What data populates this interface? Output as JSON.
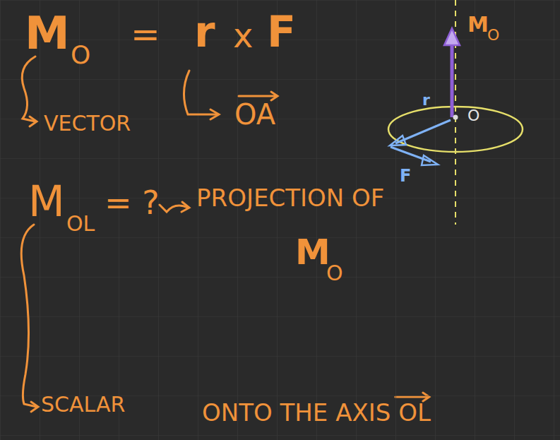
{
  "diagram": {
    "labels": [
      "M",
      "O",
      "=",
      "r",
      "x",
      "F",
      "VECTOR",
      "OA",
      "M",
      "O",
      "r",
      "O",
      "F",
      "M",
      "OL",
      "= ?",
      "SCALAR",
      "PROJECTION OF",
      "M",
      "O",
      "ONTO THE AXIS OL"
    ]
  }
}
